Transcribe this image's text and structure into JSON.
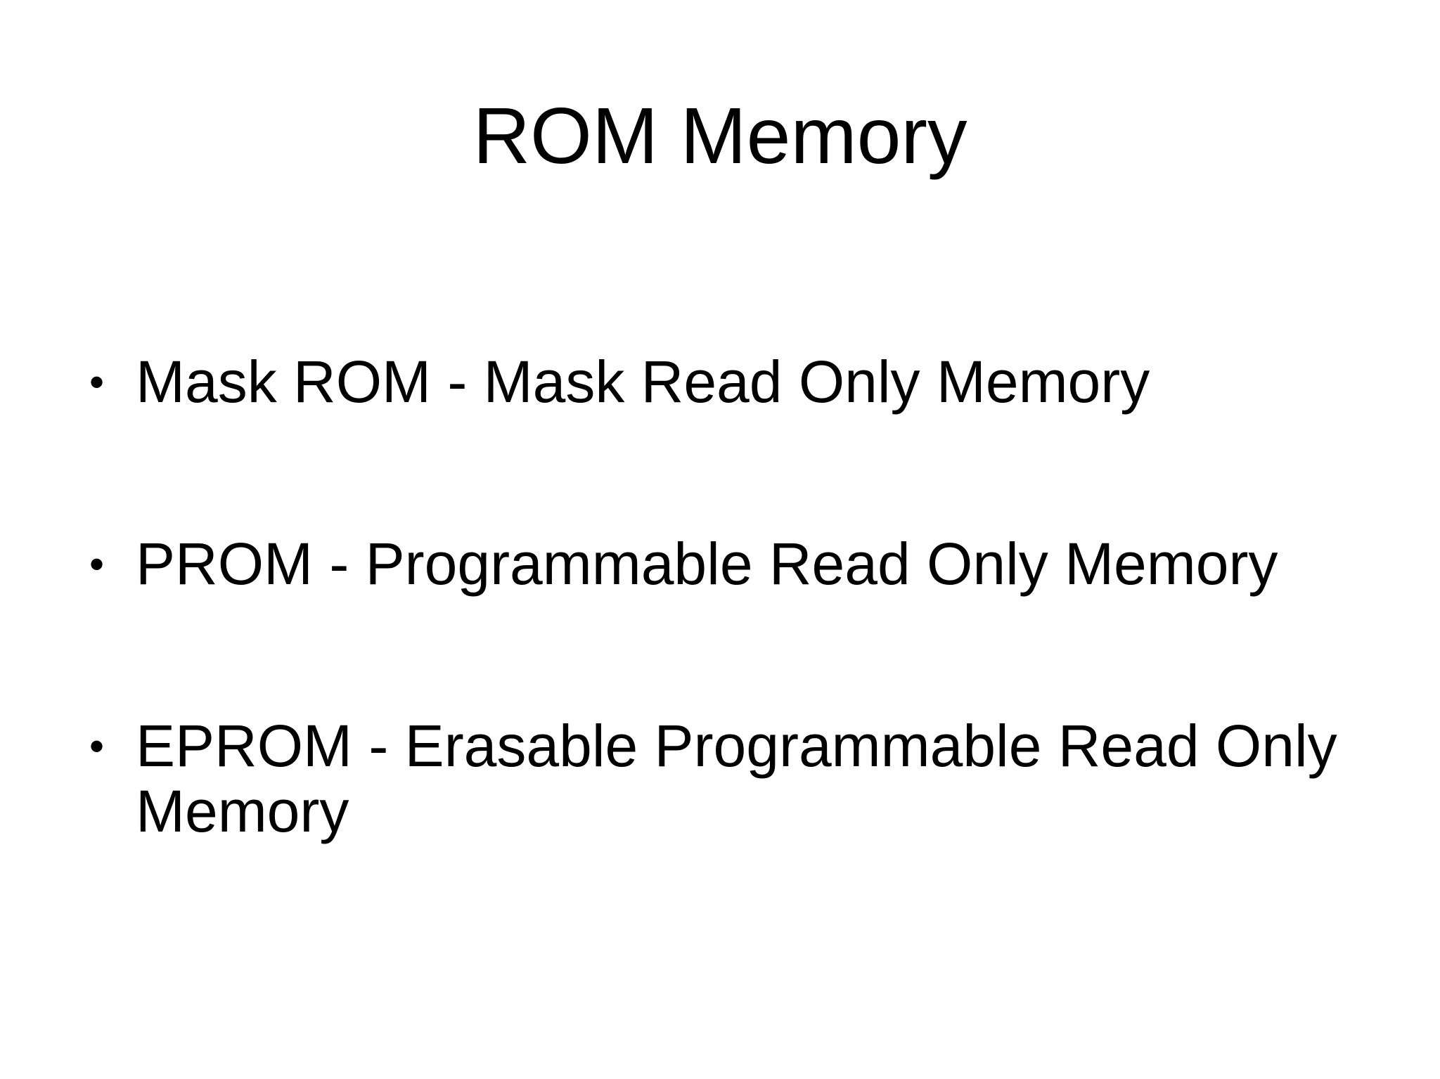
{
  "slide": {
    "title": "ROM Memory",
    "bullet_symbol": "•",
    "bullets": [
      {
        "text": "Mask ROM - Mask Read Only Memory"
      },
      {
        "text": "PROM - Programmable Read Only Memory"
      },
      {
        "text": "EPROM - Erasable Programmable Read Only Memory"
      }
    ]
  }
}
